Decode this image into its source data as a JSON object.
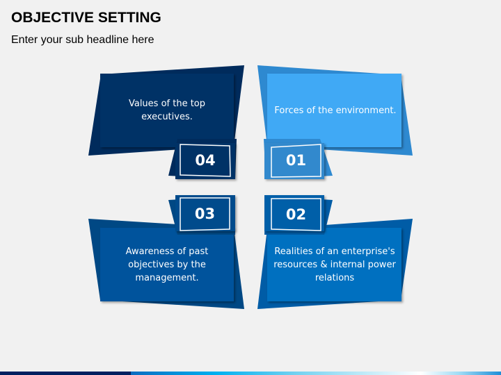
{
  "header": {
    "title": "OBJECTIVE SETTING",
    "subtitle": "Enter your sub headline here"
  },
  "colors": {
    "background": "#f1f1f1",
    "card_04": {
      "front": "#003366",
      "back": "#002b5c"
    },
    "card_01": {
      "front": "#3fa9f5",
      "back": "#2e89d0"
    },
    "card_03": {
      "front": "#00539c",
      "back": "#004884"
    },
    "card_02": {
      "front": "#0070c0",
      "back": "#005ca6"
    }
  },
  "cards": [
    {
      "number": "04",
      "text": "Values of the top executives.",
      "position": "top-left"
    },
    {
      "number": "01",
      "text": "Forces of the environment.",
      "position": "top-right"
    },
    {
      "number": "03",
      "text": "Awareness of past objectives by the management.",
      "position": "bottom-left"
    },
    {
      "number": "02",
      "text": "Realities of an enterprise's resources & internal power relations",
      "position": "bottom-right"
    }
  ]
}
